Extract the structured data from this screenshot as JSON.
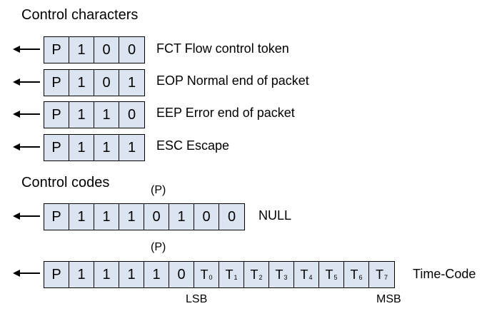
{
  "control_characters": {
    "heading": "Control characters",
    "rows": [
      {
        "bits": [
          "P",
          "1",
          "0",
          "0"
        ],
        "label": "FCT Flow control token"
      },
      {
        "bits": [
          "P",
          "1",
          "0",
          "1"
        ],
        "label": "EOP Normal end of packet"
      },
      {
        "bits": [
          "P",
          "1",
          "1",
          "0"
        ],
        "label": "EEP Error end of packet"
      },
      {
        "bits": [
          "P",
          "1",
          "1",
          "1"
        ],
        "label": "ESC Escape"
      }
    ]
  },
  "control_codes": {
    "heading": "Control codes",
    "null": {
      "parity_marker": "(P)",
      "bits": [
        "P",
        "1",
        "1",
        "1",
        "0",
        "1",
        "0",
        "0"
      ],
      "label": "NULL"
    },
    "time_code": {
      "parity_marker": "(P)",
      "bits": [
        "P",
        "1",
        "1",
        "1",
        "1",
        "0"
      ],
      "time_bits": [
        {
          "letter": "T",
          "sub": "0"
        },
        {
          "letter": "T",
          "sub": "1"
        },
        {
          "letter": "T",
          "sub": "2"
        },
        {
          "letter": "T",
          "sub": "3"
        },
        {
          "letter": "T",
          "sub": "4"
        },
        {
          "letter": "T",
          "sub": "5"
        },
        {
          "letter": "T",
          "sub": "6"
        },
        {
          "letter": "T",
          "sub": "7"
        }
      ],
      "label": "Time-Code",
      "lsb_label": "LSB",
      "msb_label": "MSB"
    }
  },
  "colors": {
    "cell_fill": "#dbe5f1",
    "line": "#000000"
  }
}
